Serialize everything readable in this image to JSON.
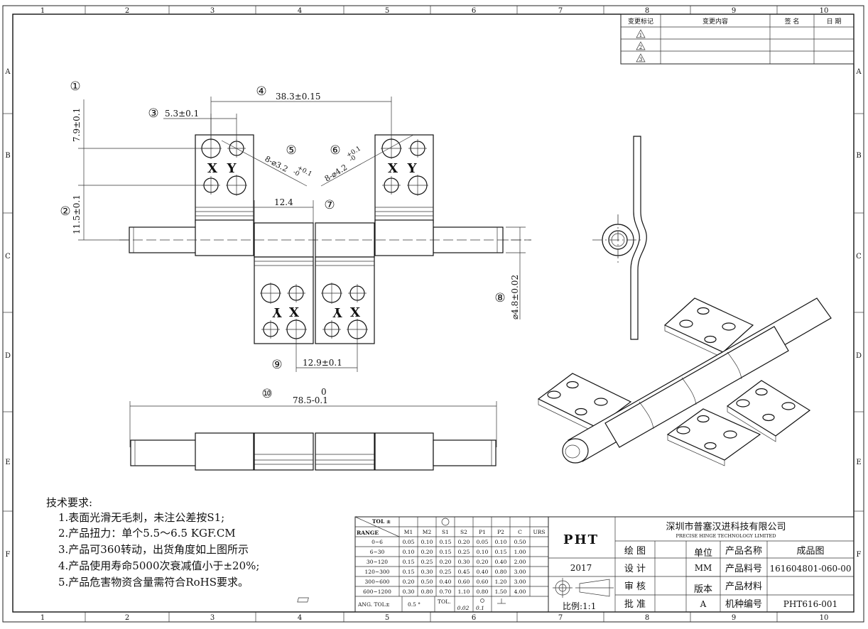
{
  "border": {
    "columns": [
      "1",
      "2",
      "3",
      "4",
      "5",
      "6",
      "7",
      "8",
      "9",
      "10"
    ],
    "rows": [
      "A",
      "B",
      "C",
      "D",
      "E",
      "F"
    ]
  },
  "revision_table": {
    "headers": [
      "变更标记",
      "变更内容",
      "签 名",
      "日 期"
    ],
    "marks": [
      "1",
      "2",
      "3"
    ]
  },
  "callouts": {
    "c1": "①",
    "c2": "②",
    "c3": "③",
    "c4": "④",
    "c5": "⑤",
    "c6": "⑥",
    "c7": "⑦",
    "c8": "⑧",
    "c9": "⑨",
    "c10": "⑩"
  },
  "dimensions": {
    "d_7_9": "7.9±0.1",
    "d_11_5": "11.5±0.1",
    "d_5_3": "5.3±0.1",
    "d_38_3": "38.3±0.15",
    "d_holes_small": "8-⌀3.2",
    "d_holes_small_tol": "+0.1",
    "d_holes_small_tol2": "-0",
    "d_holes_large": "8-⌀4.2",
    "d_holes_large_tol": "+0.1",
    "d_holes_large_tol2": "-0",
    "d_12_4": "12.4",
    "d_4_8": "⌀4.8±0.02",
    "d_12_9": "12.9±0.1",
    "d_78_5_top": "0",
    "d_78_5": "78.5-0.1"
  },
  "markings": {
    "x": "X",
    "y": "Y"
  },
  "notes": {
    "title": "技术要求:",
    "items": [
      "1.表面光滑无毛刺，未注公差按S1;",
      "2.产品扭力：单个5.5～6.5 KGF.CM",
      "3.产品可360转动，出货角度如上图所示",
      "4.产品使用寿命5000次衰减值小于±20%;",
      "5.产品危害物资含量需符合RoHS要求。"
    ]
  },
  "tolerance_table": {
    "corner_top": "TOL ±",
    "corner_bottom": "RANGE",
    "columns": [
      "M1",
      "M2",
      "S1",
      "S2",
      "P1",
      "P2",
      "C",
      "URS"
    ],
    "rows": [
      {
        "range": "0~6",
        "values": [
          "0.05",
          "0.10",
          "0.15",
          "0.20",
          "0.05",
          "0.10",
          "0.50",
          ""
        ]
      },
      {
        "range": "6~30",
        "values": [
          "0.10",
          "0.20",
          "0.15",
          "0.25",
          "0.10",
          "0.15",
          "1.00",
          ""
        ]
      },
      {
        "range": "30~120",
        "values": [
          "0.15",
          "0.25",
          "0.20",
          "0.30",
          "0.20",
          "0.40",
          "2.00",
          ""
        ]
      },
      {
        "range": "120~300",
        "values": [
          "0.15",
          "0.30",
          "0.25",
          "0.45",
          "0.40",
          "0.80",
          "3.00",
          ""
        ]
      },
      {
        "range": "300~600",
        "values": [
          "0.20",
          "0.50",
          "0.40",
          "0.60",
          "0.60",
          "1.20",
          "3.00",
          ""
        ]
      },
      {
        "range": "600~1200",
        "values": [
          "0.30",
          "0.80",
          "0.70",
          "1.10",
          "0.80",
          "1.50",
          "4.00",
          ""
        ]
      }
    ],
    "ang_label": "ANG. TOL±",
    "ang_value": "0.5 °",
    "tol_label": "TOL.",
    "flat": "0.02",
    "round": "0.1"
  },
  "title_block": {
    "logo": "PHT",
    "year": "2017",
    "company_cn": "深圳市普塞汉进科技有限公司",
    "company_en": "PRECISE HINGE TECHNOLOGY LIMITED",
    "labels": {
      "draw": "绘 图",
      "design": "设 计",
      "review": "审 核",
      "approve": "批 准",
      "unit": "单位",
      "version": "版本",
      "product_name": "产品名称",
      "part_no": "产品料号",
      "material": "产品材料",
      "model_no": "机种编号"
    },
    "values": {
      "unit": "MM",
      "version": "A",
      "product_name": "成品图",
      "part_no": "161604801-060-00",
      "material": "",
      "model_no": "PHT616-001"
    },
    "scale": "比例:1:1"
  }
}
